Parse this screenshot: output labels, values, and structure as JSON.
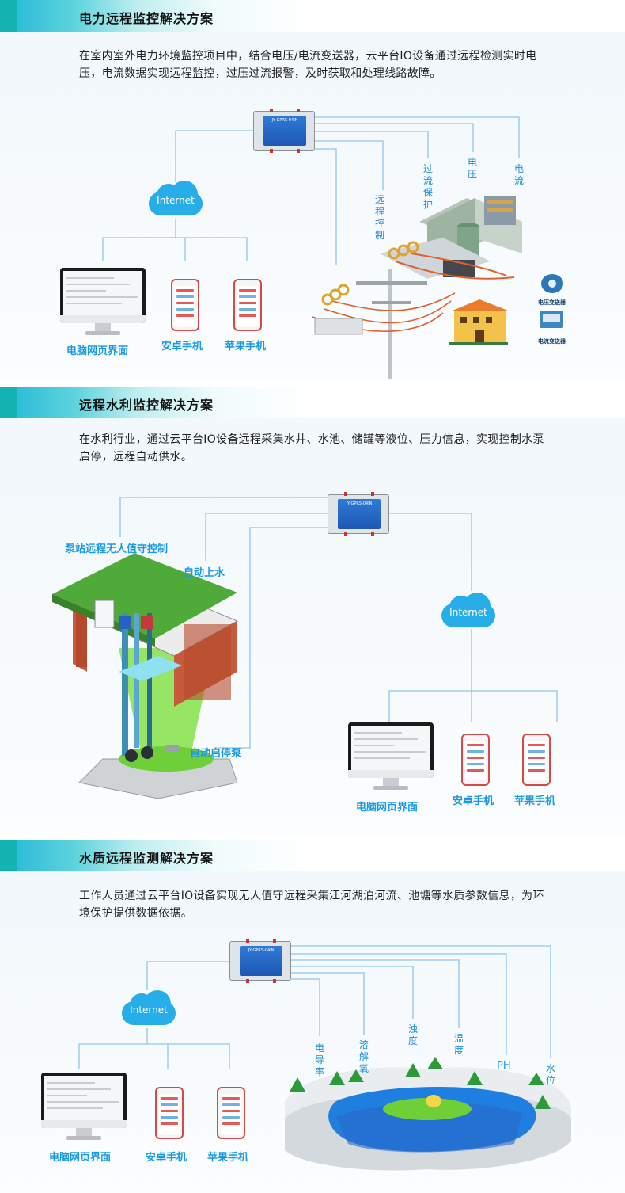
{
  "sections": [
    {
      "title": "电力远程监控解决方案",
      "paragraph": "在室内室外电力环境监控项目中，结合电压/电流变送器，云平台IO设备通过远程检测实时电压，电流数据实现远程监控，过压过流报警，及时获取和处理线路故障。",
      "cloud_label": "Internet",
      "client_labels": [
        "电脑网页界面",
        "安卓手机",
        "苹果手机"
      ],
      "branch_labels": [
        "远程控制",
        "过流保护",
        "电压",
        "电流"
      ],
      "device_labels": [
        "电压变送器",
        "电流变送器"
      ]
    },
    {
      "title": "远程水利监控解决方案",
      "paragraph": "在水利行业，通过云平台IO设备远程采集水井、水池、储罐等液位、压力信息，实现控制水泵启停，远程自动供水。",
      "cloud_label": "Internet",
      "client_labels": [
        "电脑网页界面",
        "安卓手机",
        "苹果手机"
      ],
      "branch_labels": [
        "泵站远程无人值守控制",
        "自动上水",
        "自动启停泵"
      ]
    },
    {
      "title": "水质远程监测解决方案",
      "paragraph": "工作人员通过云平台IO设备实现无人值守远程采集江河湖泊河流、池塘等水质参数信息，为环境保护提供数据依据。",
      "cloud_label": "Internet",
      "client_labels": [
        "电脑网页界面",
        "安卓手机",
        "苹果手机"
      ],
      "branch_labels": [
        "电导率",
        "溶解氧",
        "浊度",
        "温度",
        "PH",
        "水位"
      ]
    }
  ],
  "device_model": "JY-GPRS-04IN",
  "colors": {
    "line": "#8fc6e6",
    "accent": "#12b3b0",
    "label": "#1a9ae0",
    "cloud": "#27aee8"
  }
}
